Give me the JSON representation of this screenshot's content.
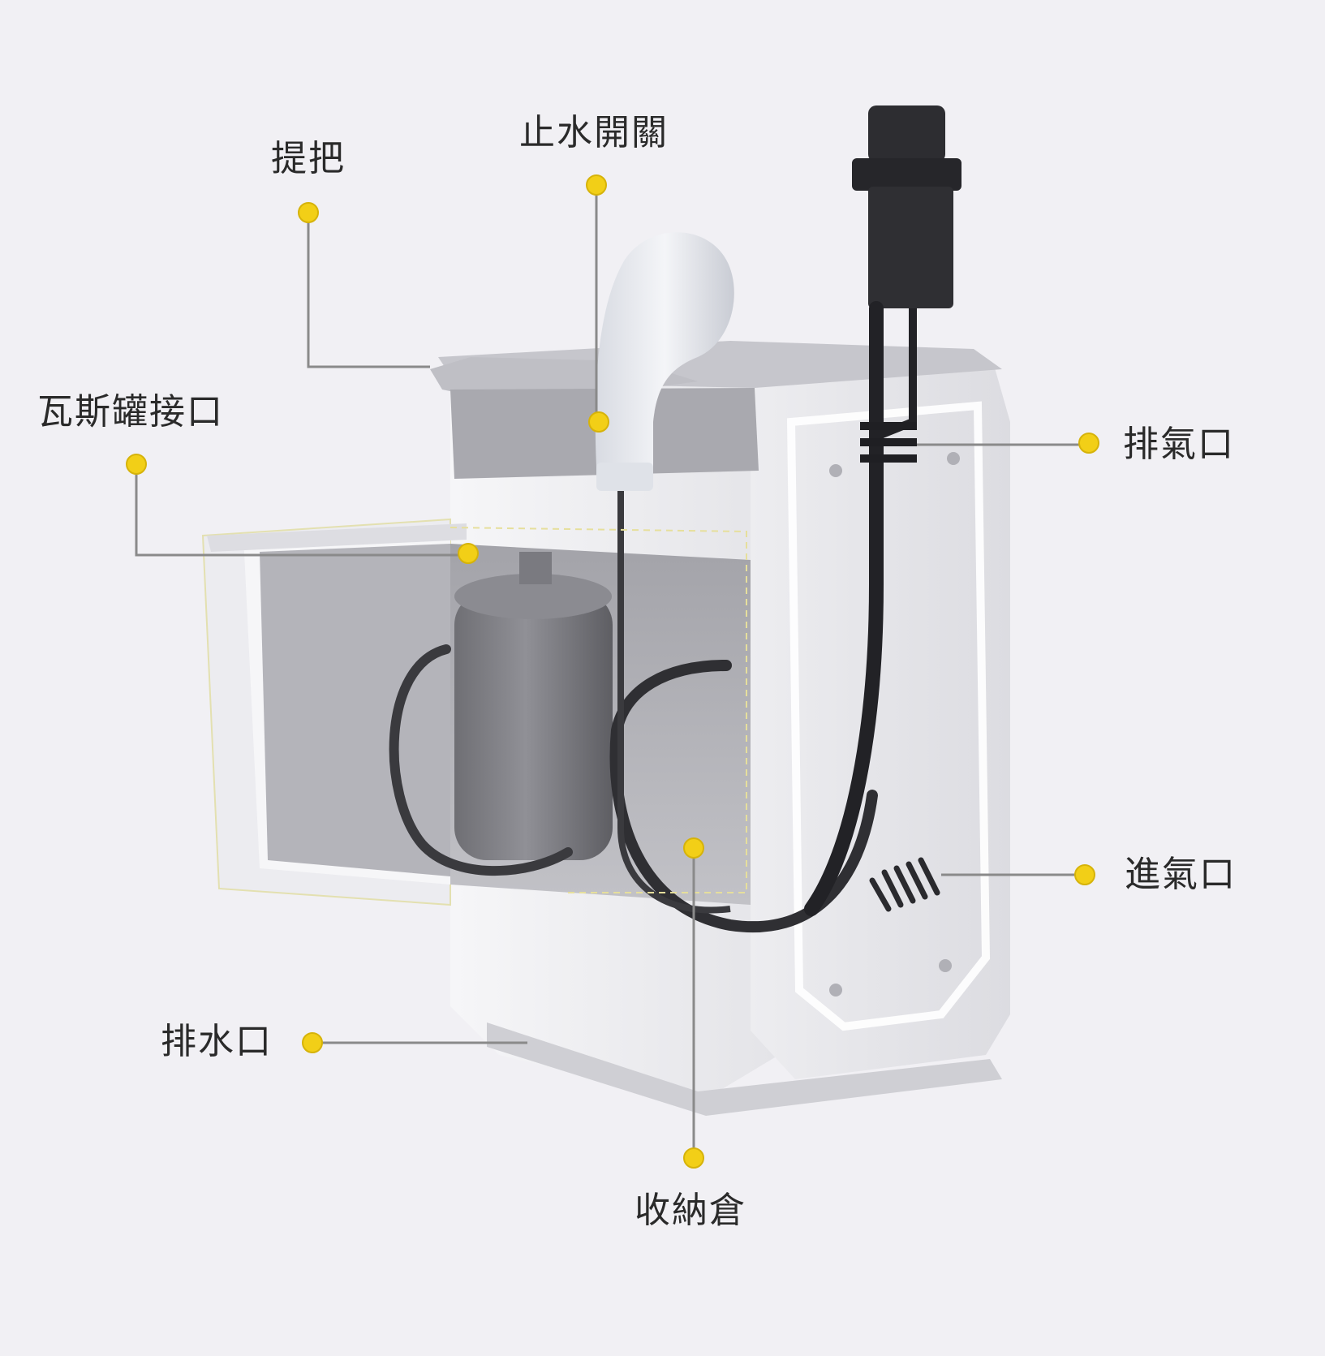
{
  "callouts": {
    "handle": "提把",
    "water_stop_switch": "止水開關",
    "gas_canister_port": "瓦斯罐接口",
    "exhaust_port": "排氣口",
    "air_intake": "進氣口",
    "drain_port": "排水口",
    "storage_compartment": "收納倉"
  },
  "colors": {
    "marker": "#f2cf17",
    "leader_line": "#8a8a8a",
    "background": "#f1f0f4"
  },
  "icons": {
    "marker": "callout-dot-icon"
  }
}
